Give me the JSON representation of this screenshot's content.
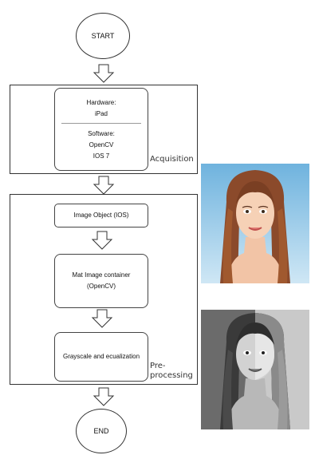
{
  "flow": {
    "start": "START",
    "end": "END",
    "acquisition": {
      "label": "Acquisition",
      "box": {
        "hardware_title": "Hardware:",
        "hardware_value": "iPad",
        "software_title": "Software:",
        "software_values": [
          "OpenCV",
          "IOS 7"
        ]
      }
    },
    "preprocessing": {
      "label_line1": "Pre-",
      "label_line2": "processing",
      "steps": [
        "Image Object (IOS)",
        "Mat Image container",
        "(OpenCV)",
        "Grayscale and ecualization"
      ]
    }
  },
  "images": {
    "color_face": {
      "bg": "#8cc3e6",
      "hair": "#8b4a2b",
      "skin": "#f6d1b6"
    },
    "gray_face": {
      "bg_left": "#6b6b6b",
      "bg_right": "#c9c9c9"
    }
  }
}
